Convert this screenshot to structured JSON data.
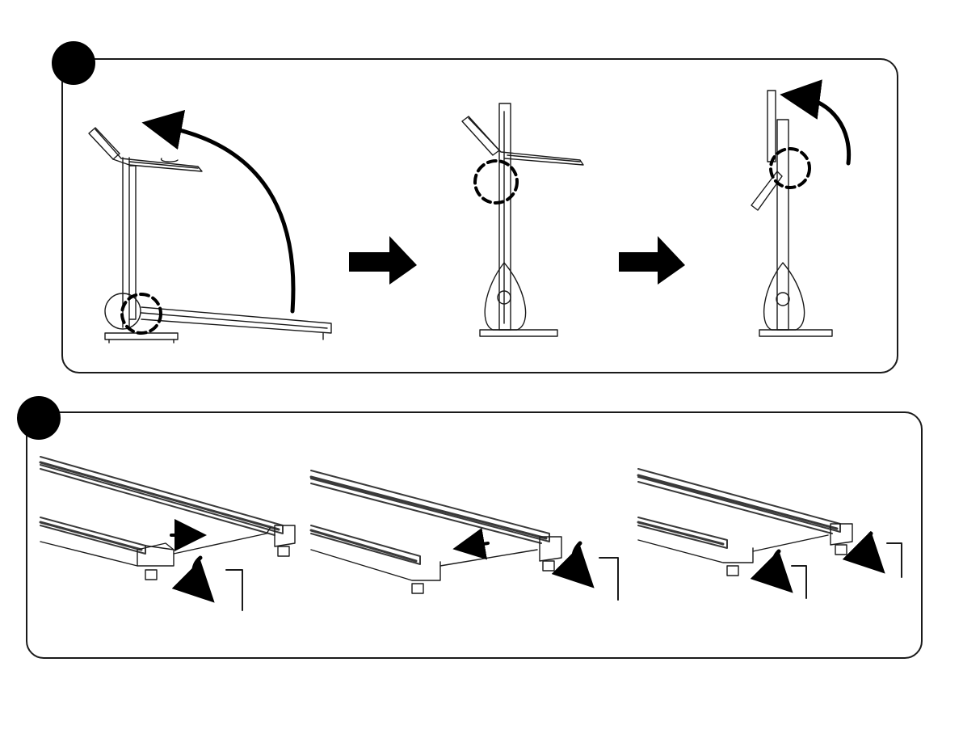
{
  "panels": [
    {
      "step_marker": "black-filled-circle",
      "figures": [
        {
          "name": "treadmill-unfolded",
          "callout": "dashed-circle-hinge",
          "motion": "curved-arrow-deck-raise"
        },
        {
          "name": "treadmill-deck-upright",
          "callout": "dashed-circle-handlebar-joint"
        },
        {
          "name": "treadmill-handlebar-folded",
          "callout": "dashed-circle-handlebar-joint",
          "motion": "curved-arrow-handlebar-fold"
        }
      ],
      "transitions": [
        "arrow-right",
        "arrow-right"
      ]
    },
    {
      "step_marker": "black-filled-circle",
      "figures": [
        {
          "name": "deck-end-adjust-left",
          "tools": [
            "hex-key-icon"
          ],
          "motion": [
            "rotate-arrow-icon",
            "slide-arrow-right-icon"
          ]
        },
        {
          "name": "deck-end-adjust-right",
          "tools": [
            "hex-key-icon"
          ],
          "motion": [
            "rotate-arrow-icon",
            "slide-arrow-left-icon"
          ]
        },
        {
          "name": "deck-end-adjust-both",
          "tools": [
            "hex-key-icon",
            "hex-key-icon"
          ],
          "motion": [
            "rotate-arrow-icon",
            "rotate-arrow-icon"
          ]
        }
      ]
    }
  ],
  "colors": {
    "line": "#1a1a1a",
    "fill": "#000000",
    "background": "#ffffff",
    "rail": "#3a3a3a"
  }
}
